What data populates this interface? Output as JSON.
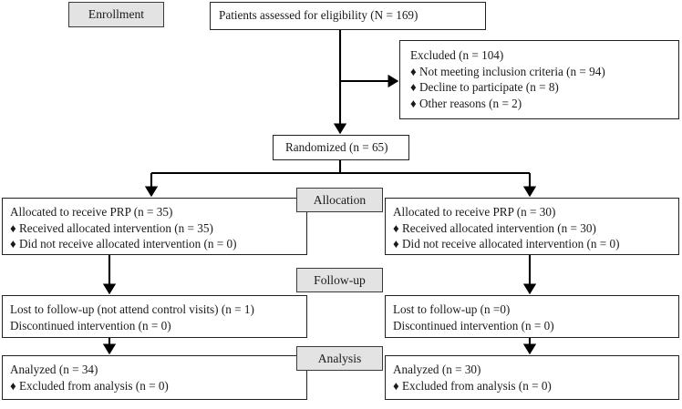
{
  "diagram": {
    "type": "consort-flow-diagram",
    "bullet_glyph": "♦",
    "colors": {
      "box_border": "#222222",
      "box_fill": "#ffffff",
      "stage_fill": "#e3e3e3",
      "stage_border": "#3a3a3a",
      "text": "#1a1a1a",
      "connector": "#000000"
    }
  },
  "stages": {
    "enrollment": "Enrollment",
    "allocation": "Allocation",
    "followup": "Follow-up",
    "analysis": "Analysis"
  },
  "enrollment": {
    "eligibility": "Patients assessed for eligibility (N = 169)",
    "excluded_title": "Excluded  (n = 104)",
    "excluded_reasons": [
      "Not meeting inclusion criteria (n = 94)",
      "Decline to participate (n = 8)",
      "Other reasons (n = 2)"
    ],
    "randomized": "Randomized (n = 65)"
  },
  "allocation": {
    "left": {
      "title": "Allocated to receive PRP (n = 35)",
      "items": [
        "Received allocated intervention (n = 35)",
        "Did not receive allocated intervention (n = 0)"
      ]
    },
    "right": {
      "title": "Allocated to receive PRP (n = 30)",
      "items": [
        "Received allocated intervention (n = 30)",
        "Did not receive allocated intervention (n = 0)"
      ]
    }
  },
  "followup": {
    "left": {
      "line1": "Lost to follow-up (not attend control visits) (n = 1)",
      "line2": "Discontinued intervention (n = 0)"
    },
    "right": {
      "line1": "Lost to follow-up (n =0)",
      "line2": "Discontinued intervention (n = 0)"
    }
  },
  "analysis": {
    "left": {
      "title": "Analyzed (n = 34)",
      "items": [
        "Excluded from analysis (n = 0)"
      ]
    },
    "right": {
      "title": "Analyzed (n = 30)",
      "items": [
        "Excluded from analysis (n = 0)"
      ]
    }
  }
}
